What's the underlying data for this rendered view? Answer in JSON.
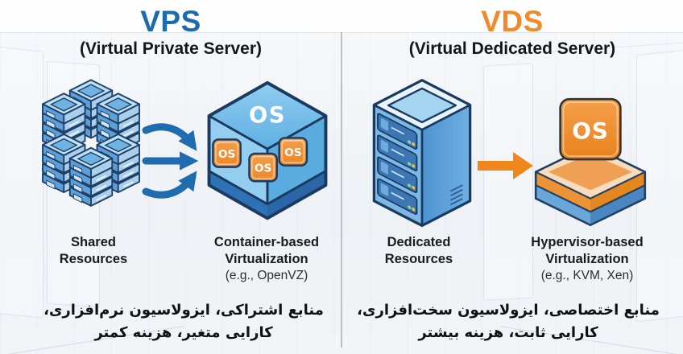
{
  "colors": {
    "vps_title_blue": "#1a6cae",
    "vds_title_orange": "#f08a2a",
    "arrow_blue": "#1f6cb0",
    "arrow_orange": "#f0861e",
    "outline_navy": "#1b3a5f",
    "divider_gray": "#b9c0c7"
  },
  "left": {
    "title": "VPS",
    "subtitle": "(Virtual Private Server)",
    "resources_label": [
      "Shared",
      "Resources"
    ],
    "virtualization_label": [
      "Container-based",
      "Virtualization"
    ],
    "virtualization_example": "(e.g., OpenVZ)",
    "host_os_label": "OS",
    "container_os_labels": [
      "OS",
      "OS",
      "OS"
    ],
    "summary": [
      "منابع اشتراکی، ایزولاسیون نرم‌افزاری،",
      "کارایی متغیر، هزینه کمتر"
    ]
  },
  "right": {
    "title": "VDS",
    "subtitle": "(Virtual Dedicated Server)",
    "resources_label": [
      "Dedicated",
      "Resources"
    ],
    "virtualization_label": [
      "Hypervisor-based",
      "Virtualization"
    ],
    "virtualization_example": "(e.g., KVM, Xen)",
    "guest_os_label": "OS",
    "summary": [
      "منابع اختصاصی، ایزولاسیون سخت‌افزاری،",
      "کارایی ثابت، هزینه بیشتر"
    ]
  }
}
